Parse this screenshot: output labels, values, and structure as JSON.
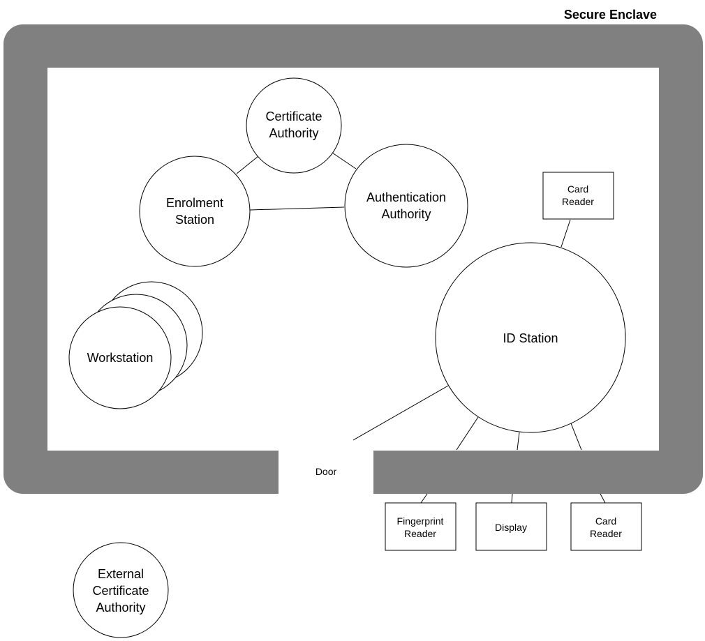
{
  "title": "Secure Enclave",
  "door_label": "Door",
  "nodes": {
    "certificate_authority": [
      "Certificate",
      "Authority"
    ],
    "enrolment_station": [
      "Enrolment",
      "Station"
    ],
    "authentication_authority": [
      "Authentication",
      "Authority"
    ],
    "workstation": [
      "Workstation"
    ],
    "id_station": [
      "ID Station"
    ],
    "card_reader_inside": [
      "Card",
      "Reader"
    ],
    "fingerprint_reader": [
      "Fingerprint",
      "Reader"
    ],
    "display": [
      "Display"
    ],
    "card_reader_outside": [
      "Card",
      "Reader"
    ],
    "external_certificate_authority": [
      "External",
      "Certificate",
      "Authority"
    ]
  },
  "colors": {
    "wall": "#808080",
    "background": "#ffffff",
    "stroke": "#000000"
  }
}
